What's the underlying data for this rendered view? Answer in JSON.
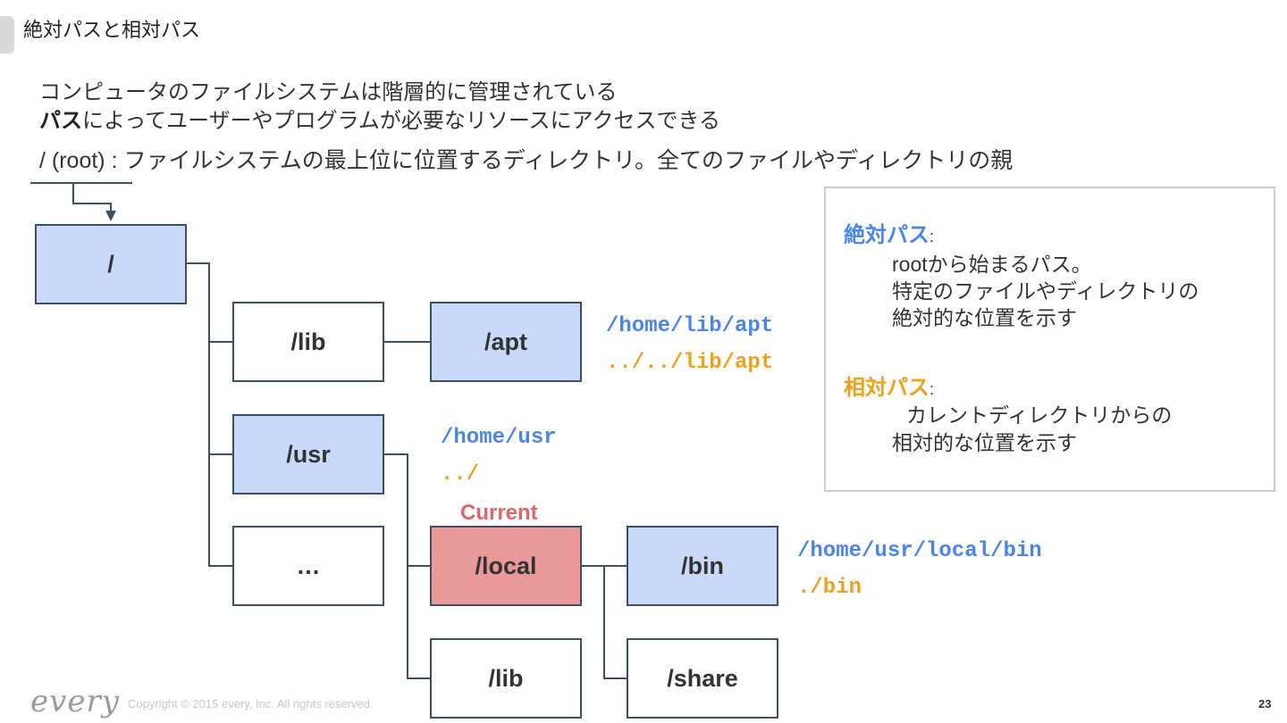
{
  "slide": {
    "title": "絶対パスと相対パス",
    "page_number": "23"
  },
  "intro": {
    "line1": "コンピュータのファイルシステムは階層的に管理されている",
    "line2_bold": "パス",
    "line2_rest": "によってユーザーやプログラムが必要なリソースにアクセスできる",
    "root_definition": "/ (root) : ファイルシステムの最上位に位置するディレクトリ。全てのファイルやディレクトリの親"
  },
  "tree": {
    "nodes": {
      "root": "/",
      "lib": "/lib",
      "apt": "/apt",
      "usr": "/usr",
      "ellipsis": "…",
      "local": "/local",
      "usr_lib": "/lib",
      "bin": "/bin",
      "share": "/share"
    },
    "current_label": "Current",
    "paths": {
      "apt_abs": "/home/lib/apt",
      "apt_rel": "../../lib/apt",
      "usr_abs": "/home/usr",
      "usr_rel": "../",
      "bin_abs": "/home/usr/local/bin",
      "bin_rel": "./bin"
    }
  },
  "info": {
    "absolute_title": "絶対パス",
    "absolute_colon": ":",
    "absolute_lines": [
      "rootから始まるパス。",
      "特定のファイルやディレクトリの",
      "絶対的な位置を示す"
    ],
    "relative_title": "相対パス",
    "relative_colon": ":",
    "relative_lines": [
      "カレントディレクトリからの",
      "相対的な位置を示す"
    ]
  },
  "footer": {
    "logo": "every",
    "copyright": "Copyright © 2015 every, Inc. All rights reserved."
  },
  "colors": {
    "absolute": "#4a86e8",
    "relative": "#f1a01d",
    "current": "#e06666",
    "node_blue": "#c9daf8",
    "node_red": "#ea9999",
    "border": "#3d4f66"
  }
}
